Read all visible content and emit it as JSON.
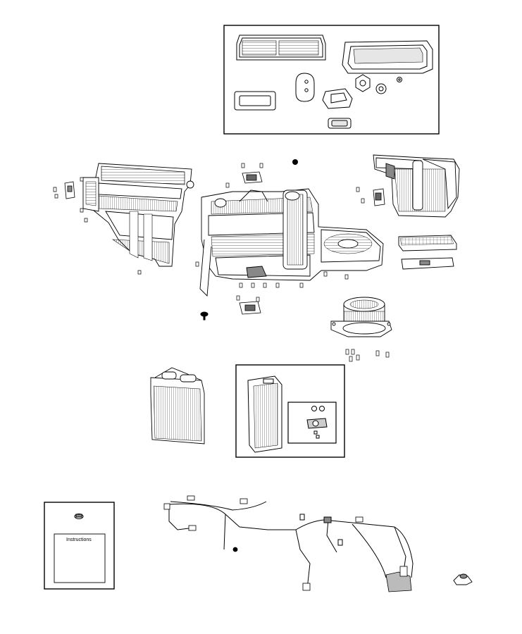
{
  "diagram": {
    "type": "exploded parts illustration",
    "instructions_card": {
      "label": "Instructions"
    },
    "groups": [
      "seal-kit",
      "hvac-housing-assembly",
      "heater-core",
      "evaporator-kit",
      "instructions-kit",
      "wiring-harness"
    ],
    "colors": {
      "line": "#000000",
      "background": "#ffffff",
      "shading": "#bdbdbd"
    }
  }
}
